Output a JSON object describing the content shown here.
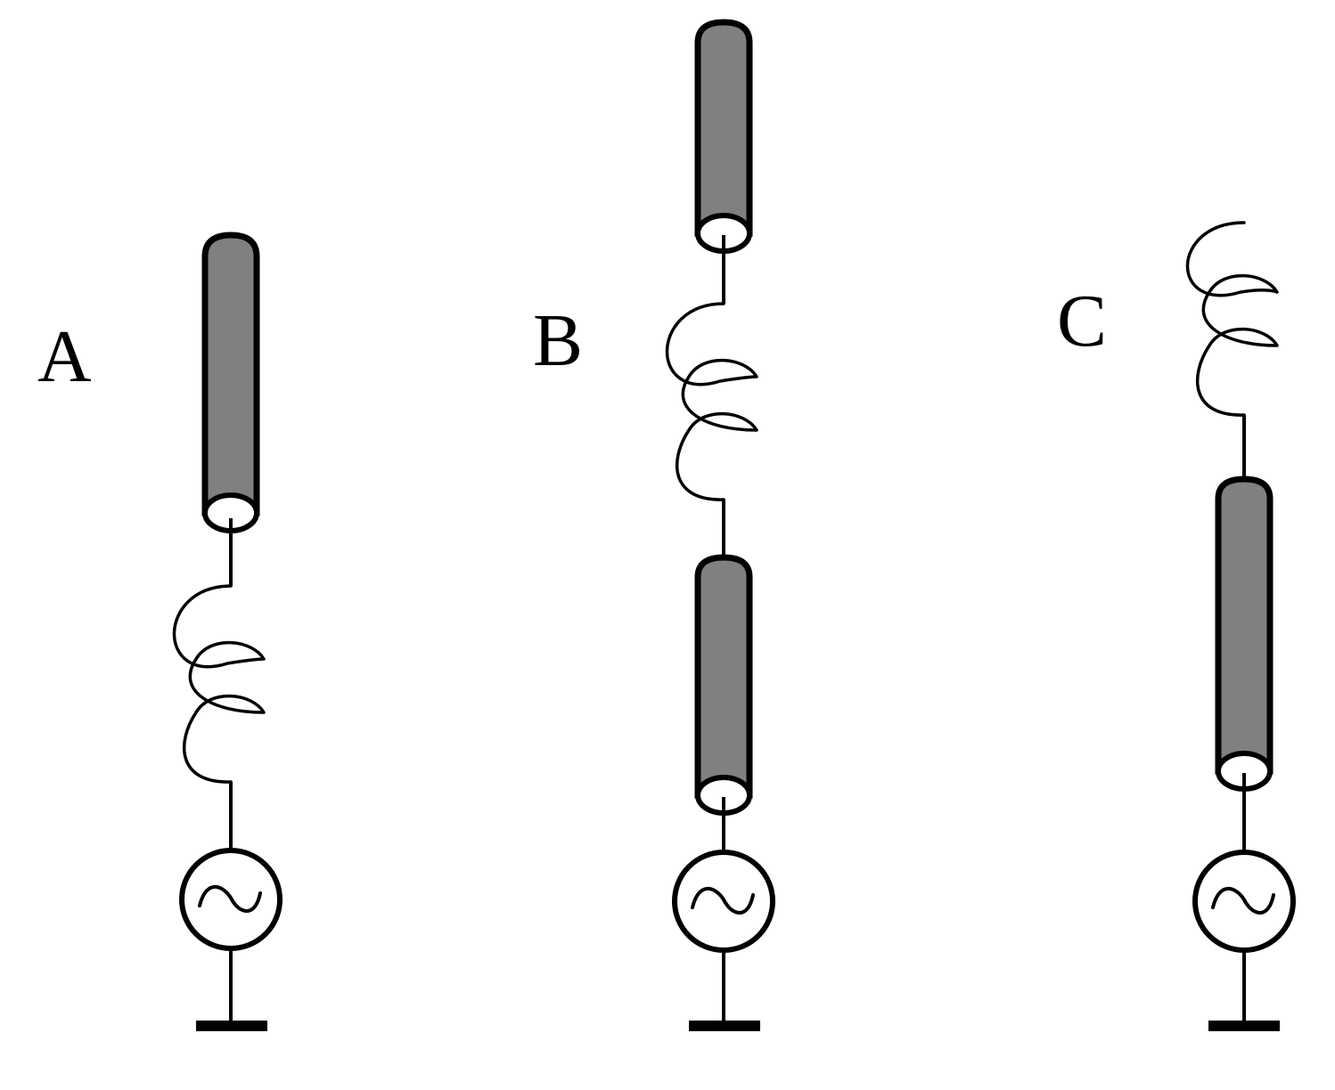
{
  "diagram": {
    "colors": {
      "line": "#000000",
      "cylinder_fill": "#808080",
      "background": "#ffffff"
    },
    "circuits": [
      {
        "label": "A",
        "elements_top_to_bottom": [
          "cylinder",
          "coil",
          "ac-source",
          "ground"
        ]
      },
      {
        "label": "B",
        "elements_top_to_bottom": [
          "cylinder",
          "coil",
          "cylinder",
          "ac-source",
          "ground"
        ]
      },
      {
        "label": "C",
        "elements_top_to_bottom": [
          "coil",
          "cylinder",
          "ac-source",
          "ground"
        ]
      }
    ]
  }
}
